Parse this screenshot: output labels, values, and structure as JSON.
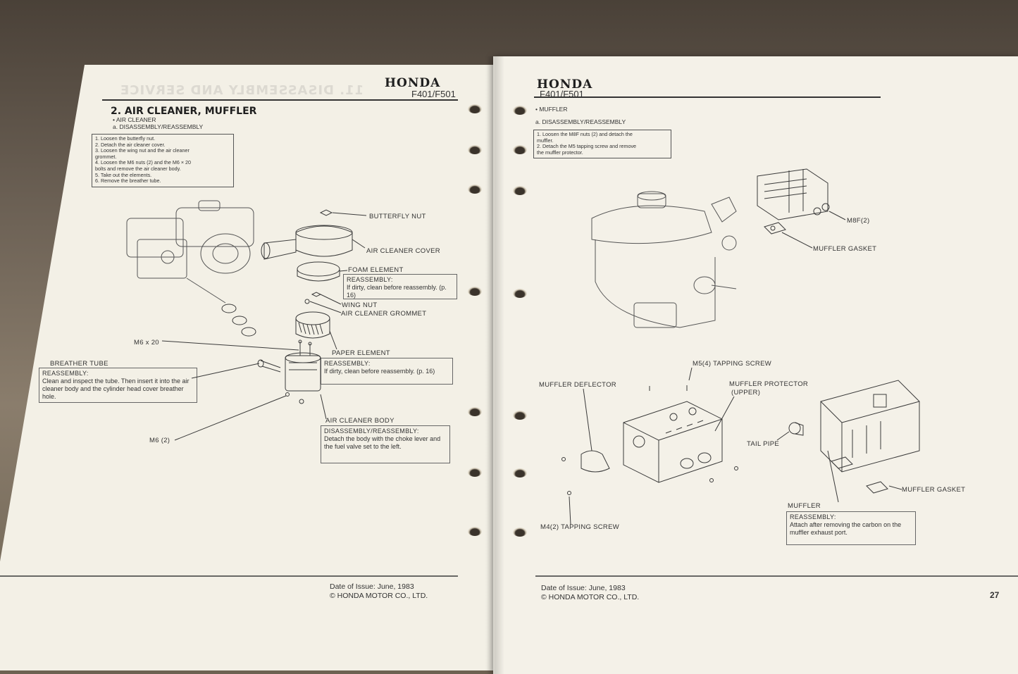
{
  "left_page": {
    "brand": "HONDA",
    "model": "F401/F501",
    "section_title": "2. AIR CLEANER, MUFFLER",
    "subsection": "AIR CLEANER",
    "procedure_title": "a. DISASSEMBLY/REASSEMBLY",
    "steps": [
      "1.  Loosen the butterfly nut.",
      "2.  Detach the air cleaner cover.",
      "3.  Loosen the wing nut and the air cleaner",
      "     grommet.",
      "4.  Loosen the M6 nuts (2) and the M6 × 20",
      "     bolts and remove the air cleaner body.",
      "5.  Take out the elements.",
      "6.  Remove the breather tube."
    ],
    "labels": {
      "butterfly_nut": "BUTTERFLY NUT",
      "air_cleaner_cover": "AIR CLEANER COVER",
      "foam_element": "FOAM ELEMENT",
      "wing_nut": "WING NUT",
      "air_cleaner_grommet": "AIR CLEANER GROMMET",
      "m6x20": "M6 x 20",
      "paper_element": "PAPER ELEMENT",
      "breather_tube": "BREATHER TUBE",
      "m6_2": "M6 (2)",
      "air_cleaner_body": "AIR CLEANER BODY"
    },
    "notes": {
      "foam": {
        "heading": "REASSEMBLY:",
        "text": "If dirty, clean before reassembly. (p. 16)"
      },
      "paper": {
        "heading": "REASSEMBLY:",
        "text": "If dirty, clean before reassembly. (p. 16)"
      },
      "breather": {
        "heading": "REASSEMBLY:",
        "text": "Clean and inspect the tube. Then insert it into the air cleaner body and the cylinder head cover breather hole."
      },
      "body": {
        "heading": "DISASSEMBLY/REASSEMBLY:",
        "text": "Detach the body with the choke lever and the fuel valve set to the left."
      }
    },
    "footer": {
      "issue": "Date of Issue:  June, 1983",
      "copyright": "© HONDA MOTOR CO., LTD."
    }
  },
  "right_page": {
    "brand": "HONDA",
    "model": "F401/F501",
    "subsection": "MUFFLER",
    "procedure_title": "a. DISASSEMBLY/REASSEMBLY",
    "steps": [
      "1.  Loosen the M8F nuts (2) and detach the",
      "     muffler.",
      "2.  Detach the M5 tapping screw and remove",
      "     the muffler protector."
    ],
    "labels": {
      "m8f": "M8F(2)",
      "muffler_gasket_top": "MUFFLER GASKET",
      "m5_screw": "M5(4) TAPPING SCREW",
      "muffler_deflector": "MUFFLER DEFLECTOR",
      "muffler_protector": "MUFFLER PROTECTOR",
      "upper": "(UPPER)",
      "tail_pipe": "TAIL PIPE",
      "muffler_gasket_bottom": "MUFFLER GASKET",
      "muffler": "MUFFLER",
      "m4_screw": "M4(2) TAPPING SCREW"
    },
    "notes": {
      "muffler": {
        "heading": "REASSEMBLY:",
        "text": "Attach after removing the carbon on the muffler exhaust port."
      }
    },
    "footer": {
      "issue": "Date of Issue:  June, 1983",
      "copyright": "© HONDA MOTOR CO., LTD."
    },
    "page_number": "27"
  },
  "colors": {
    "paper": "#f3f0e6",
    "ink": "#2a2a2a",
    "background": "#5a5044"
  }
}
